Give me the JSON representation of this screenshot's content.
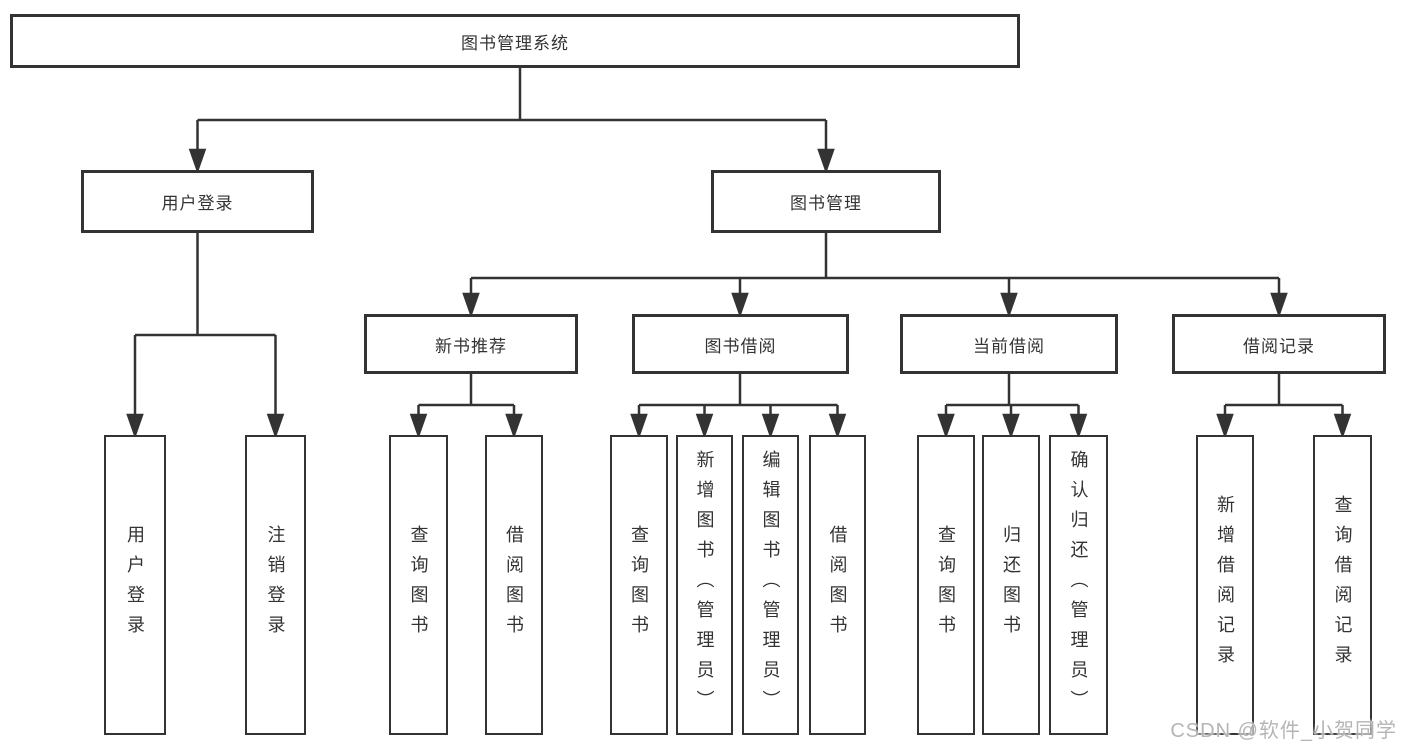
{
  "tree": {
    "root": {
      "label": "图书管理系统",
      "children": [
        {
          "label": "用户登录",
          "children": [
            {
              "label": "用户登录"
            },
            {
              "label": "注销登录"
            }
          ]
        },
        {
          "label": "图书管理",
          "children": [
            {
              "label": "新书推荐",
              "children": [
                {
                  "label": "查询图书"
                },
                {
                  "label": "借阅图书"
                }
              ]
            },
            {
              "label": "图书借阅",
              "children": [
                {
                  "label": "查询图书"
                },
                {
                  "label": "新增图书（管理员）"
                },
                {
                  "label": "编辑图书（管理员）"
                },
                {
                  "label": "借阅图书"
                }
              ]
            },
            {
              "label": "当前借阅",
              "children": [
                {
                  "label": "查询图书"
                },
                {
                  "label": "归还图书"
                },
                {
                  "label": "确认归还（管理员）"
                }
              ]
            },
            {
              "label": "借阅记录",
              "children": [
                {
                  "label": "新增借阅记录"
                },
                {
                  "label": "查询借阅记录"
                }
              ]
            }
          ]
        }
      ]
    }
  },
  "watermark": {
    "text": "CSDN @软件_小贺同学"
  },
  "colors": {
    "line": "#333333",
    "box_border": "#333333",
    "text": "#333333",
    "background": "#ffffff",
    "watermark": "#b5b5b5"
  }
}
